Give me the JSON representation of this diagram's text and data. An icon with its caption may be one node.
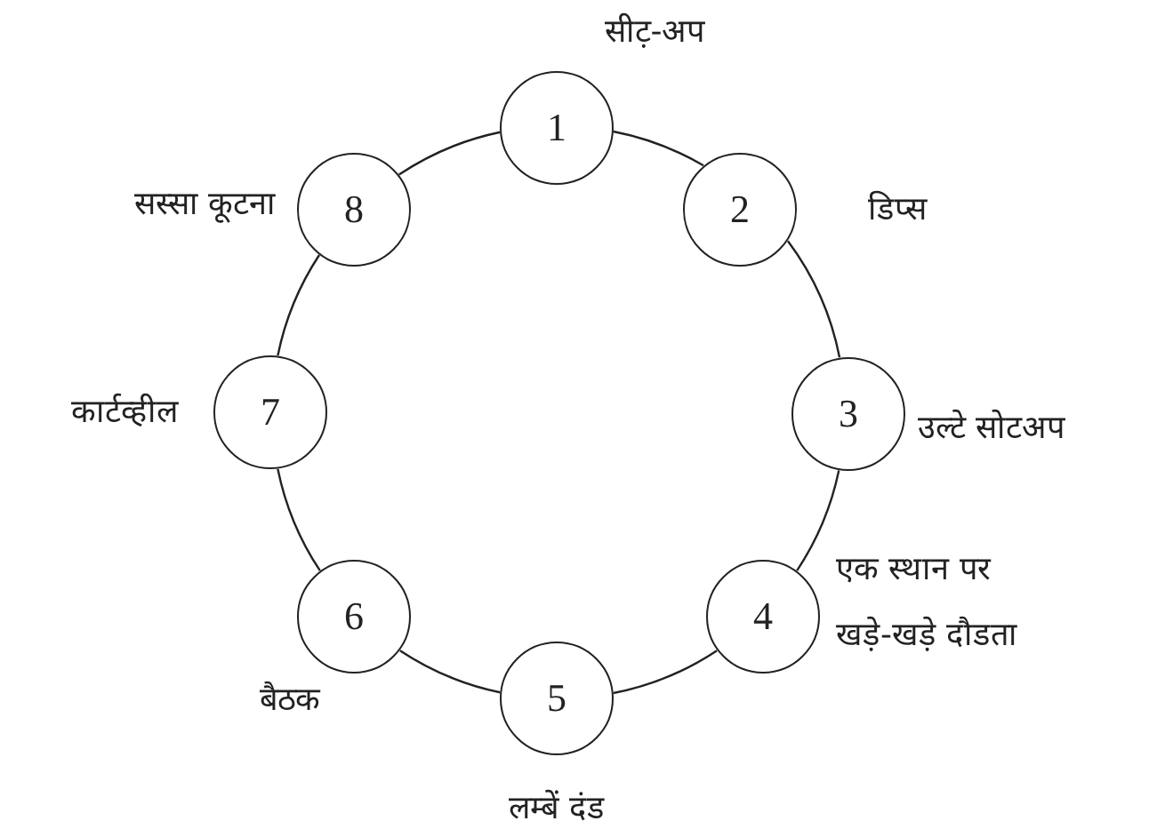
{
  "diagram": {
    "nodes": [
      {
        "text": [
          "1"
        ],
        "beside": [
          "सीट़-अप"
        ]
      },
      {
        "text": [
          "2"
        ],
        "beside": [
          "डिप्स"
        ]
      },
      {
        "text": [
          "3"
        ],
        "beside": [
          "उल्टे सोटअप"
        ]
      },
      {
        "text": [
          "4"
        ],
        "beside": [
          "एक स्थान पर खड़े-खड़े दौडता"
        ]
      },
      {
        "text": [
          "5"
        ],
        "beside": [
          "लम्बें दंड"
        ]
      },
      {
        "text": [
          "6"
        ],
        "beside": [
          "बैठक"
        ]
      },
      {
        "text": [
          "7"
        ],
        "beside": [
          "कार्टव्हील"
        ]
      },
      {
        "text": [
          "8"
        ],
        "beside": [
          "सस्सा कूटना"
        ]
      }
    ],
    "edges": [
      {
        "from": 0,
        "to": 1,
        "arrow": "none"
      },
      {
        "from": 1,
        "to": 2,
        "arrow": "none"
      },
      {
        "from": 2,
        "to": 3,
        "arrow": "none"
      },
      {
        "from": 3,
        "to": 4,
        "arrow": "none"
      },
      {
        "from": 4,
        "to": 5,
        "arrow": "none"
      },
      {
        "from": 5,
        "to": 6,
        "arrow": "none"
      },
      {
        "from": 6,
        "to": 7,
        "arrow": "none"
      },
      {
        "from": 7,
        "to": 0,
        "arrow": "none"
      }
    ]
  }
}
